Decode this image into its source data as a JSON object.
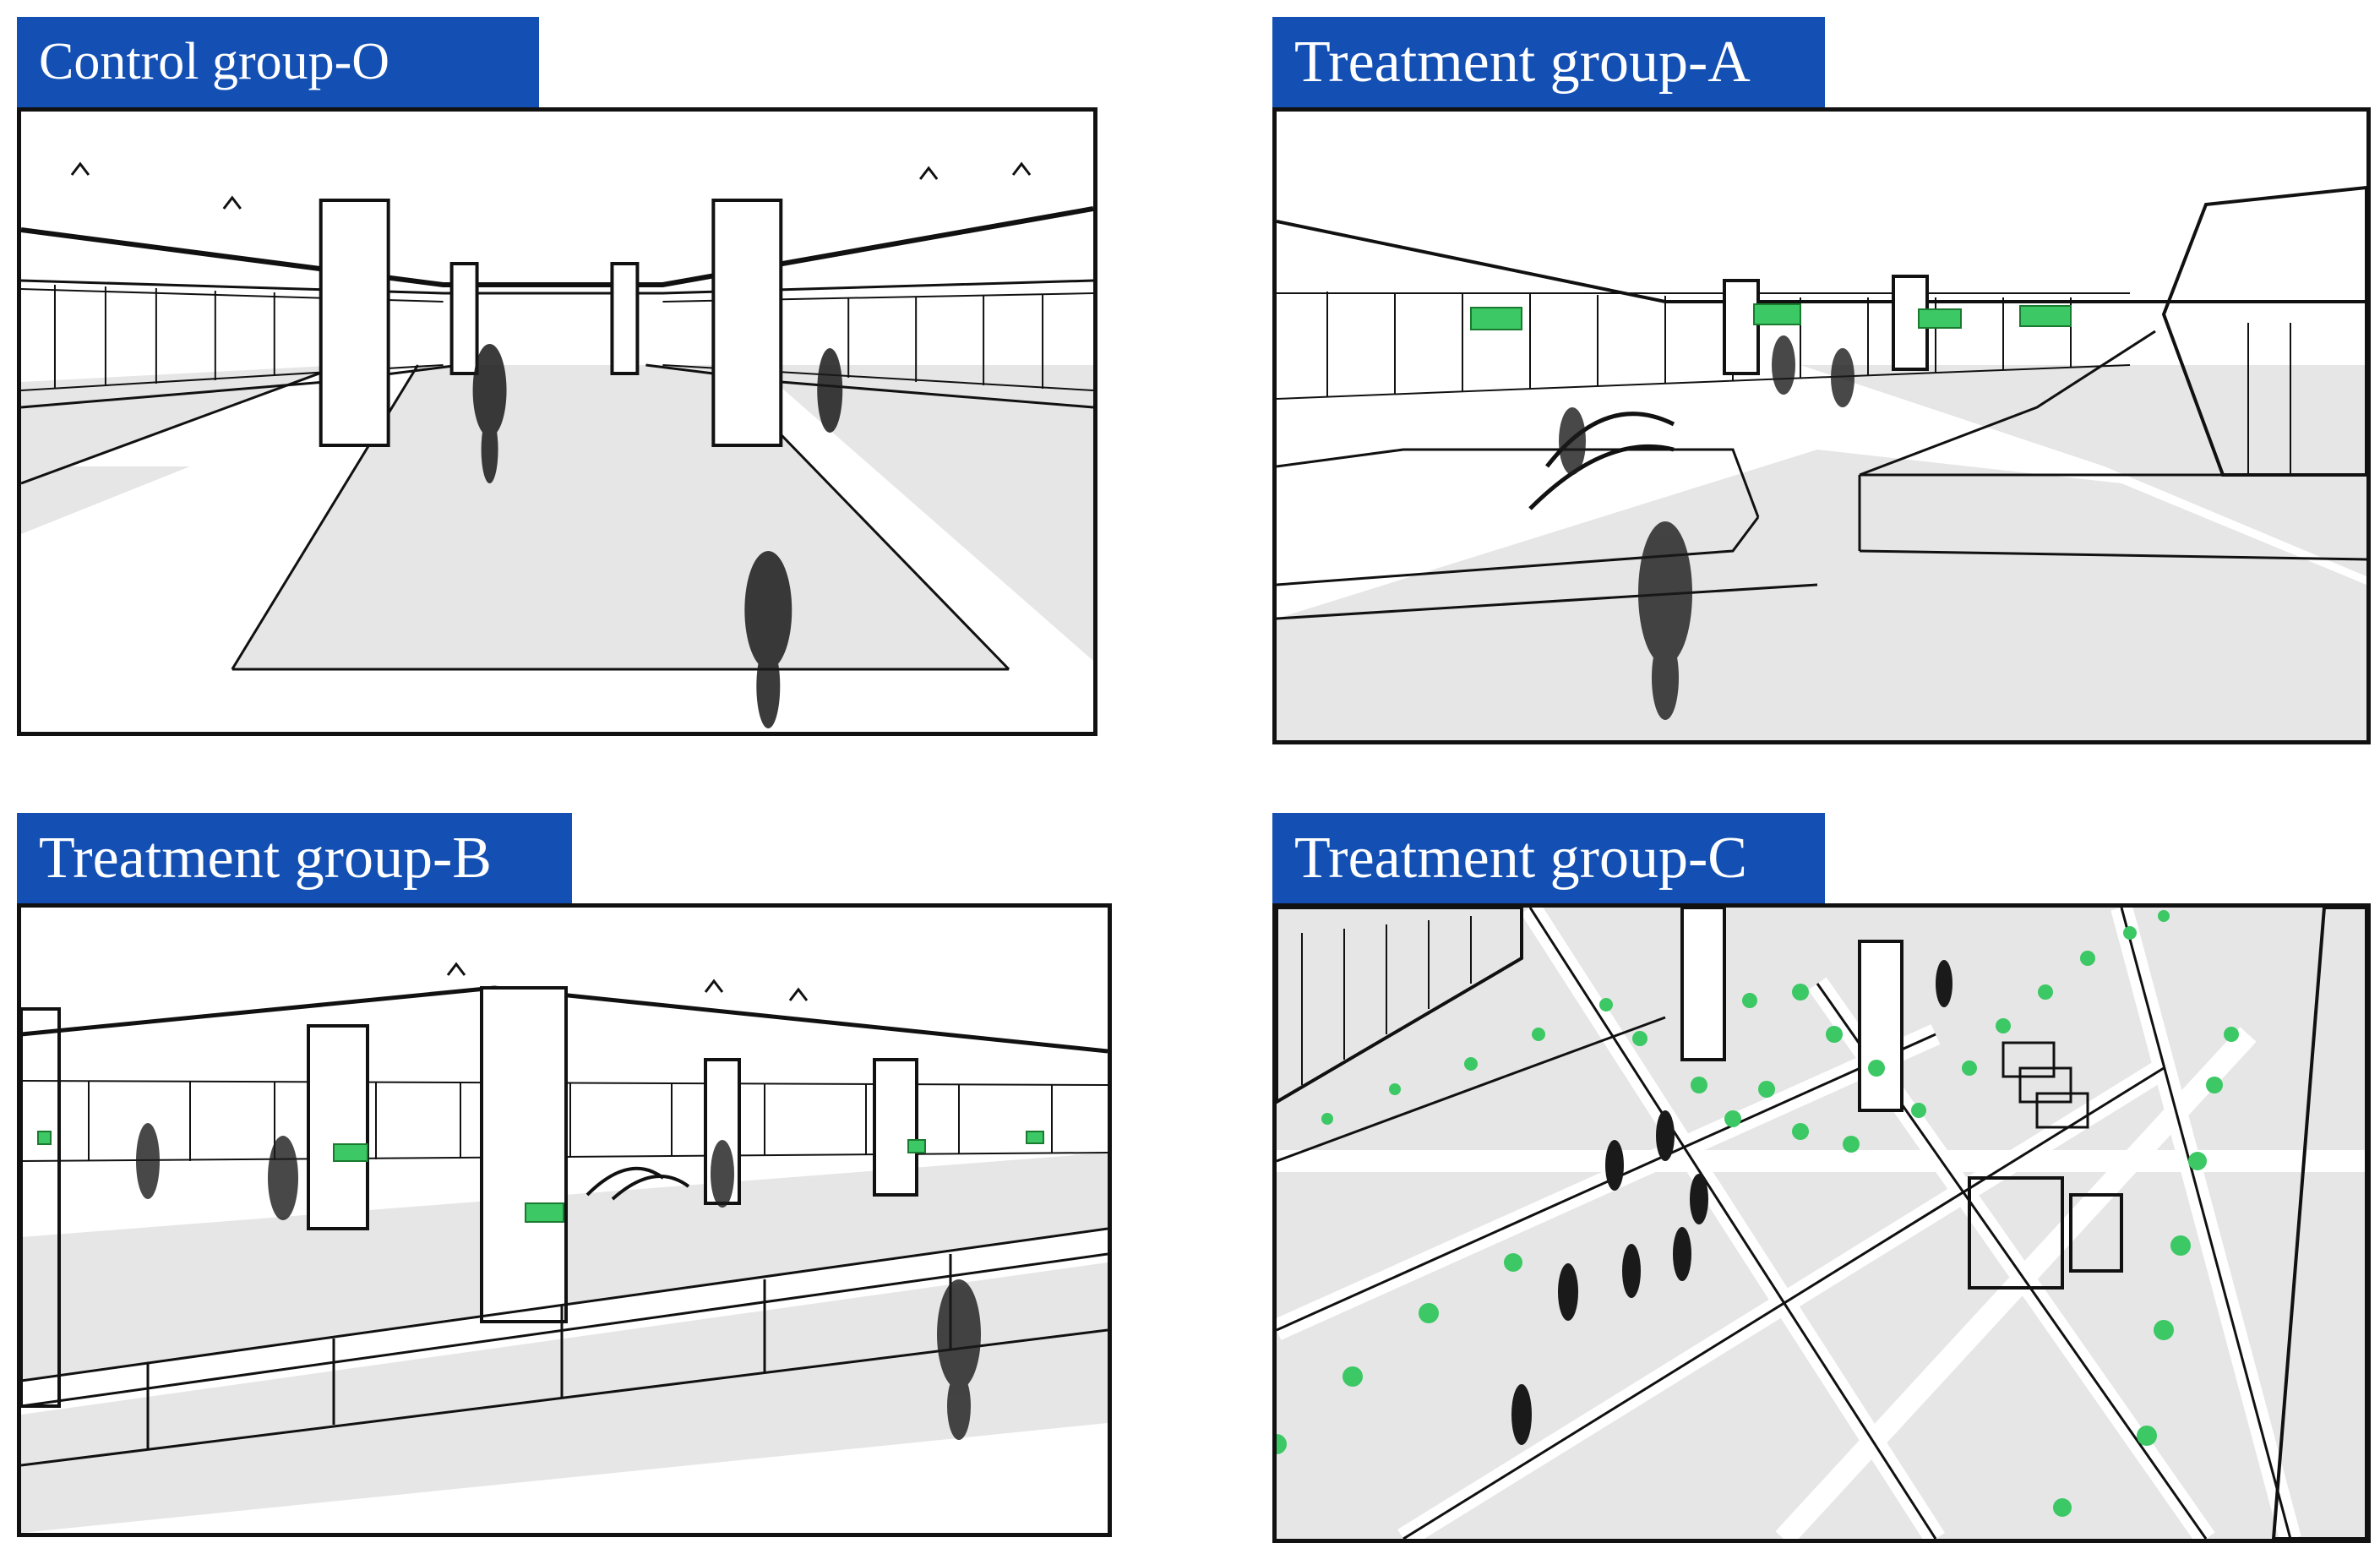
{
  "panels": {
    "o": {
      "title": "Control group-O"
    },
    "a": {
      "title": "Treatment group-A"
    },
    "b": {
      "title": "Treatment group-B"
    },
    "c": {
      "title": "Treatment group-C"
    }
  },
  "colors": {
    "label_bg": "#1450b4",
    "label_text": "#ffffff",
    "floor": "#e6e6e6",
    "line": "#111111",
    "sign_green": "#3cc864",
    "marker_green": "#3cc864",
    "person": "#1a1a1a"
  }
}
